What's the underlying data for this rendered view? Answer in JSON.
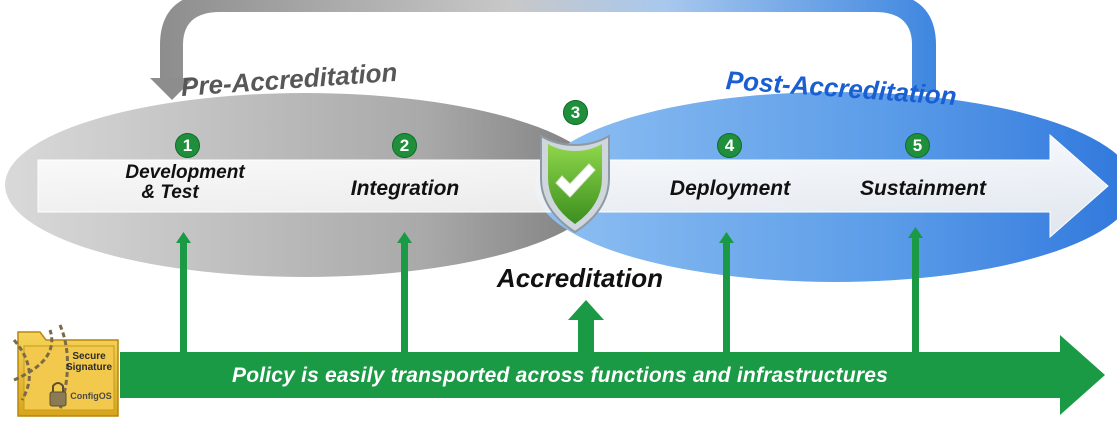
{
  "phases": {
    "pre": "Pre-Accreditation",
    "post": "Post-Accreditation"
  },
  "steps": [
    {
      "number": "1",
      "label_line1": "Development",
      "label_line2": "& Test"
    },
    {
      "number": "2",
      "label_line1": "Integration",
      "label_line2": ""
    },
    {
      "number": "3",
      "label_line1": "Accreditation",
      "label_line2": ""
    },
    {
      "number": "4",
      "label_line1": "Deployment",
      "label_line2": ""
    },
    {
      "number": "5",
      "label_line1": "Sustainment",
      "label_line2": ""
    }
  ],
  "policy_banner": "Policy is easily transported across functions and infrastructures",
  "folder": {
    "line1": "Secure",
    "line2": "Signature",
    "brand": "ConfigOS"
  },
  "colors": {
    "green": "#1a9a45",
    "blue_title": "#1a5fd1",
    "grey_title": "#555555",
    "shield_green": "#5fb82e"
  }
}
